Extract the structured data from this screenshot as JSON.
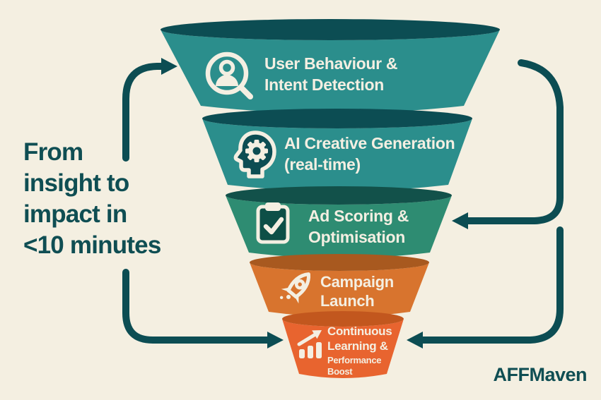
{
  "colors": {
    "background": "#F4EFE1",
    "accent_dark": "#0C4D53",
    "cream": "#F4EFE2",
    "stage1_body": "#2B8E8C",
    "stage1_top": "#0C4D53",
    "stage2_body": "#2B8E8C",
    "stage2_top": "#0C4D53",
    "stage3_body": "#2E8C72",
    "stage3_top": "#12514A",
    "stage4_body": "#D8742E",
    "stage4_top": "#A8591F",
    "stage5_body": "#E8642F",
    "stage5_top": "#C2571E"
  },
  "headline": {
    "lines": [
      "From",
      "insight to",
      "impact in",
      "<10 minutes"
    ]
  },
  "brand": "AFFMaven",
  "funnel": {
    "stages": [
      {
        "icon": "user-search-icon",
        "lines": [
          "User Behaviour &",
          "Intent Detection"
        ]
      },
      {
        "icon": "head-gear-icon",
        "lines": [
          "AI Creative Generation",
          "(real-time)"
        ]
      },
      {
        "icon": "clipboard-check-icon",
        "lines": [
          "Ad Scoring &",
          "Optimisation"
        ]
      },
      {
        "icon": "rocket-icon",
        "lines": [
          "Campaign",
          "Launch"
        ]
      },
      {
        "icon": "growth-chart-icon",
        "lines": [
          "Continuous",
          "Learning &"
        ],
        "sub_lines": [
          "Performance",
          "Boost"
        ]
      }
    ]
  }
}
